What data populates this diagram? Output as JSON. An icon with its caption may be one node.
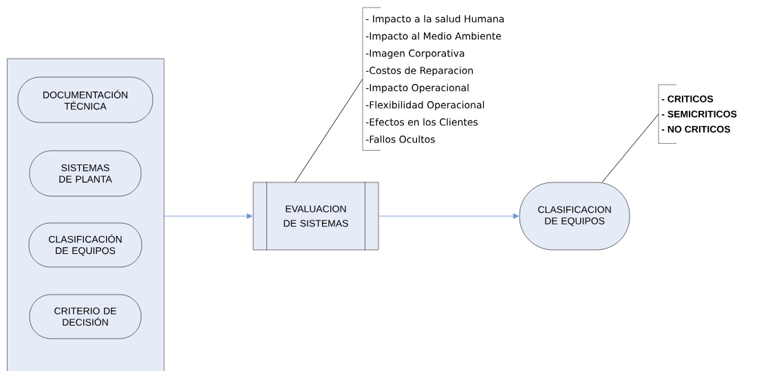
{
  "diagram": {
    "nodes": [
      {
        "text": [],
        "shape": "box"
      },
      {
        "text": [
          "DOCUMENTACIÓN TÉCNICA"
        ],
        "in": 0
      },
      {
        "text": [
          "SISTEMAS DE PLANTA"
        ],
        "in": 0
      },
      {
        "text": [
          "CLASIFICACIÓN DE EQUIPOS"
        ],
        "in": 0
      },
      {
        "text": [
          "CRITERIO DE DECISIÓN"
        ],
        "in": 0
      },
      {
        "text": [
          "EVALUACION DE SISTEMAS"
        ]
      },
      {
        "text": [
          "- Impacto a la salud Humana",
          "-Impacto al Medio Ambiente",
          "-Imagen Corporativa",
          "-Costos de Reparacion",
          "-Impacto Operacional",
          "-Flexibilidad Operacional",
          "-Efectos en los Clientes",
          "-Fallos Ocultos"
        ]
      },
      {
        "text": [
          "CLASIFICACION DE EQUIPOS"
        ]
      },
      {
        "text": [
          "- CRITICOS",
          "- SEMICRITICOS",
          "- NO CRITICOS"
        ]
      }
    ],
    "edges": [
      {
        "from": 0,
        "to": 5,
        "arrow": "to"
      },
      {
        "from": 5,
        "to": 7,
        "arrow": "to"
      },
      {
        "from": 6,
        "to": 5,
        "arrow": "none",
        "color": "#000000"
      },
      {
        "from": 8,
        "to": 7,
        "arrow": "none",
        "color": "#000000"
      }
    ]
  }
}
